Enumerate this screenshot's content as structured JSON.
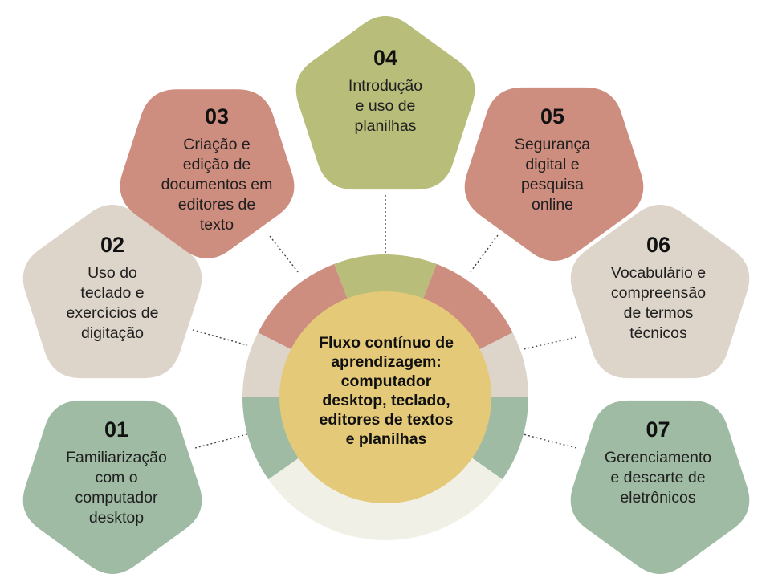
{
  "colors": {
    "green": "#9fbba3",
    "beige": "#ddd4ca",
    "salmon": "#cd8d7f",
    "olive": "#b8bd7a",
    "center": "#e4c978",
    "ring_light": "#f1f0e7"
  },
  "center": {
    "title": "Fluxo contínuo de\naprendizagem:\ncomputador\ndesktop, teclado,\neditores de textos\ne planilhas"
  },
  "steps": [
    {
      "number": "01",
      "label": "Familiarização\ncom o\ncomputador\ndesktop",
      "color": "green"
    },
    {
      "number": "02",
      "label": "Uso do\nteclado e\nexercícios de\ndigitação",
      "color": "beige"
    },
    {
      "number": "03",
      "label": "Criação e\nedição de\ndocumentos em\neditores de\ntexto",
      "color": "salmon"
    },
    {
      "number": "04",
      "label": "Introdução\ne uso de\nplanilhas",
      "color": "olive"
    },
    {
      "number": "05",
      "label": "Segurança\ndigital e\npesquisa\nonline",
      "color": "salmon"
    },
    {
      "number": "06",
      "label": "Vocabulário e\ncompreensão\nde termos\ntécnicos",
      "color": "beige"
    },
    {
      "number": "07",
      "label": "Gerenciamento\ne descarte de\neletrônicos",
      "color": "green"
    }
  ]
}
